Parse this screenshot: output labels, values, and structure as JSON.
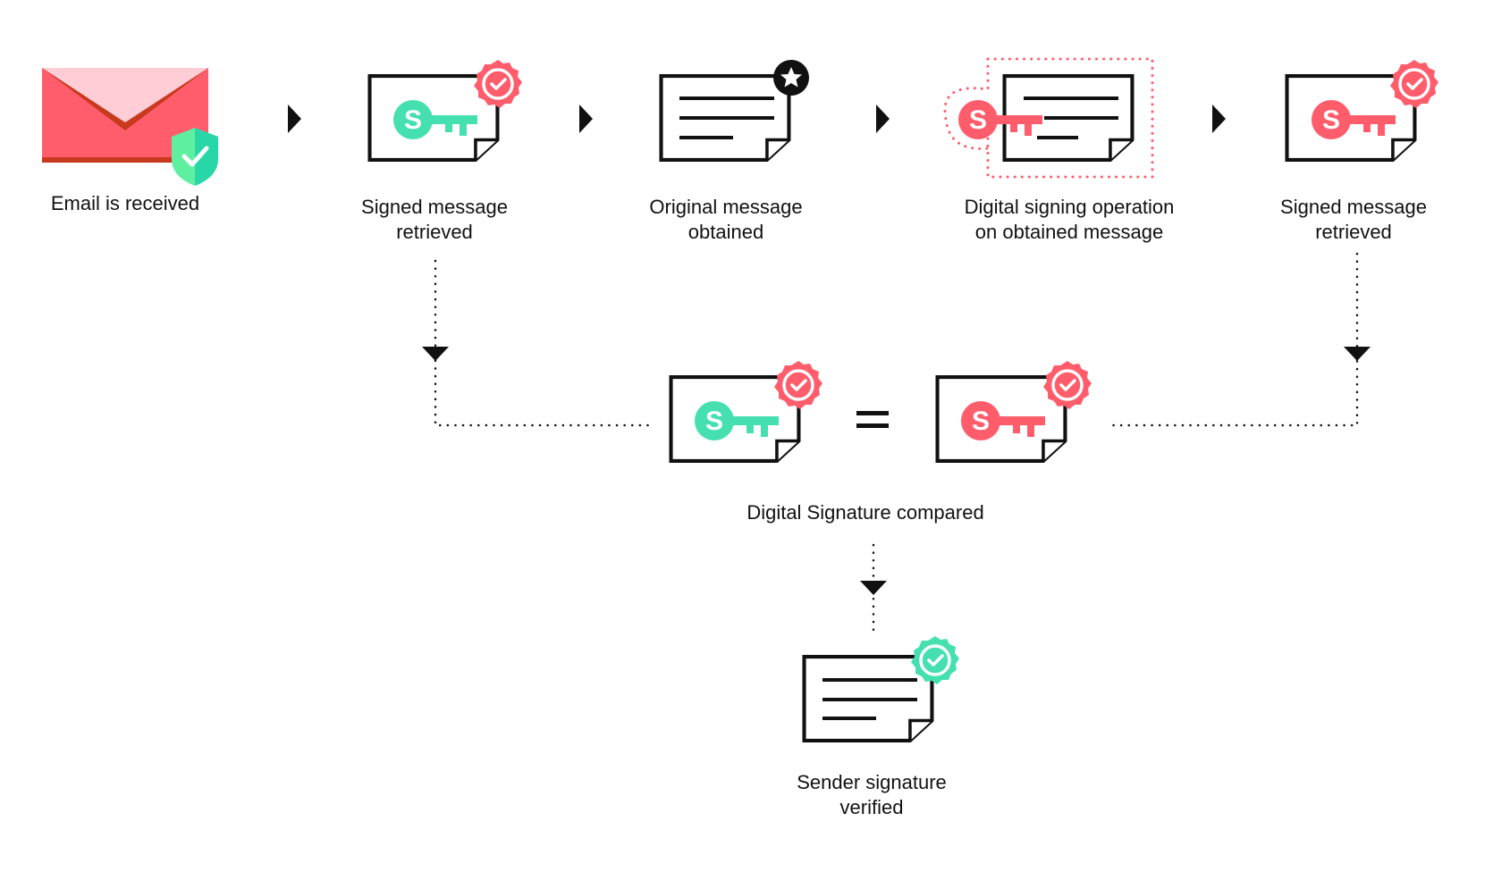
{
  "colors": {
    "red": "#ff5d6c",
    "red_dark": "#c8391e",
    "red_light": "#ffcdd5",
    "green": "#46e0b0",
    "green_dark": "#2fd3a0",
    "shield_light": "#5ef0a0",
    "shield_dark": "#28d6a8",
    "black": "#111111"
  },
  "steps": [
    {
      "id": "email",
      "label_lines": [
        "Email is received"
      ],
      "icon": "envelope-with-shield-icon"
    },
    {
      "id": "signed1",
      "label_lines": [
        "Signed message",
        "retrieved"
      ],
      "icon": "document-green-key-red-badge-icon"
    },
    {
      "id": "original",
      "label_lines": [
        "Original message",
        "obtained"
      ],
      "icon": "document-lines-star-badge-icon"
    },
    {
      "id": "signing",
      "label_lines": [
        "Digital signing operation",
        "on obtained message"
      ],
      "icon": "document-red-key-dotted-outline-icon"
    },
    {
      "id": "signed2",
      "label_lines": [
        "Signed message",
        "retrieved"
      ],
      "icon": "document-red-key-red-badge-icon"
    }
  ],
  "comparison": {
    "label": "Digital Signature compared",
    "operator": "=",
    "left_icon": "document-green-key-red-badge-icon",
    "right_icon": "document-red-key-red-badge-icon"
  },
  "result": {
    "label_lines": [
      "Sender signature",
      "verified"
    ],
    "icon": "document-lines-green-badge-icon"
  },
  "key_letter": "S"
}
